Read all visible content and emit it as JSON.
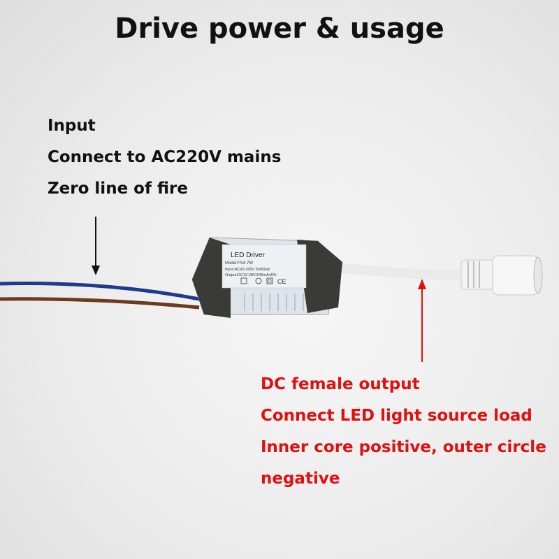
{
  "title": "Drive power & usage",
  "input_block": {
    "lines": [
      "Input",
      "Connect to AC220V mains",
      "Zero line of fire"
    ],
    "color": "#111111"
  },
  "output_block": {
    "lines": [
      "DC female output",
      "Connect LED light source load",
      "Inner core positive, outer circle",
      "negative"
    ],
    "color": "#e01010"
  },
  "device_label": {
    "brand": "LED Driver",
    "model": "Model:FS4-7W",
    "input": "Input:AC90-265V  50/60Hz",
    "output": "Output:DC12-28V/240mA±5%",
    "marks": "CE"
  },
  "colors": {
    "wire_blue": "#1e3a8a",
    "wire_brown": "#6b3a1f",
    "housing_gray": "#dde3ea",
    "housing_dark": "#3a3a36",
    "dc_cable": "#f2f2f2",
    "arrow_black": "#111111",
    "arrow_red": "#e01010"
  }
}
